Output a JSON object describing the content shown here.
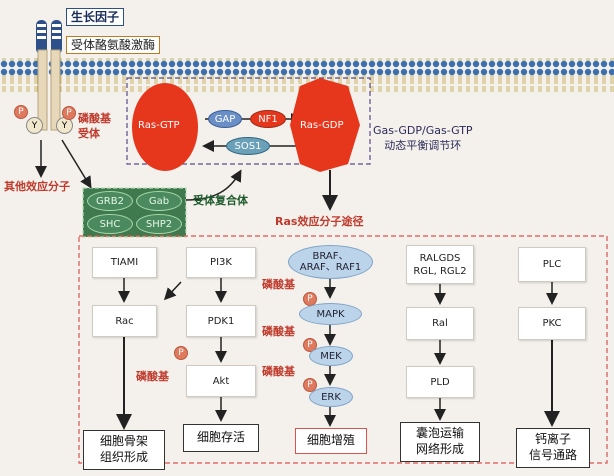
{
  "labels": {
    "growth_factor": "生长因子",
    "receptor_tyrosine_kinase": "受体酪氨酸激酶",
    "phosphate_receptor": "磷酸基\n受体",
    "other_effectors": "其他效应分子",
    "receptor_complex": "受体复合体",
    "gdp_gtp_cycle": "Gas-GDP/Gas-GTP\n动态平衡调节环",
    "ras_effector_path": "Ras效应分子途径",
    "phosphate": "磷酸基"
  },
  "receptor": {
    "y_label": "Y",
    "p_label": "P"
  },
  "ras": {
    "ras_gtp": "Ras-GTP",
    "ras_gdp": "Ras-GDP",
    "gap": "GAP",
    "nf1": "NF1",
    "sos1": "SOS1"
  },
  "complex": {
    "grb2": "GRB2",
    "gab": "Gab",
    "shc": "SHC",
    "shp2": "SHP2"
  },
  "pathways": {
    "tiam1": "TIAMI",
    "rac": "Rac",
    "pi3k": "PI3K",
    "pdk1": "PDK1",
    "akt": "Akt",
    "raf": "BRAF、\nARAF、RAF1",
    "mapk": "MAPK",
    "mek": "MEK",
    "erk": "ERK",
    "ralgds": "RALGDS\nRGL, RGL2",
    "ral": "Ral",
    "pld": "PLD",
    "plc": "PLC",
    "pkc": "PKC"
  },
  "outcomes": {
    "cytoskeleton": "细胞骨架\n组织形成",
    "survival": "细胞存活",
    "proliferation": "细胞增殖",
    "vesicle": "囊泡运输\n网络形成",
    "calcium": "钙离子\n信号通路"
  }
}
